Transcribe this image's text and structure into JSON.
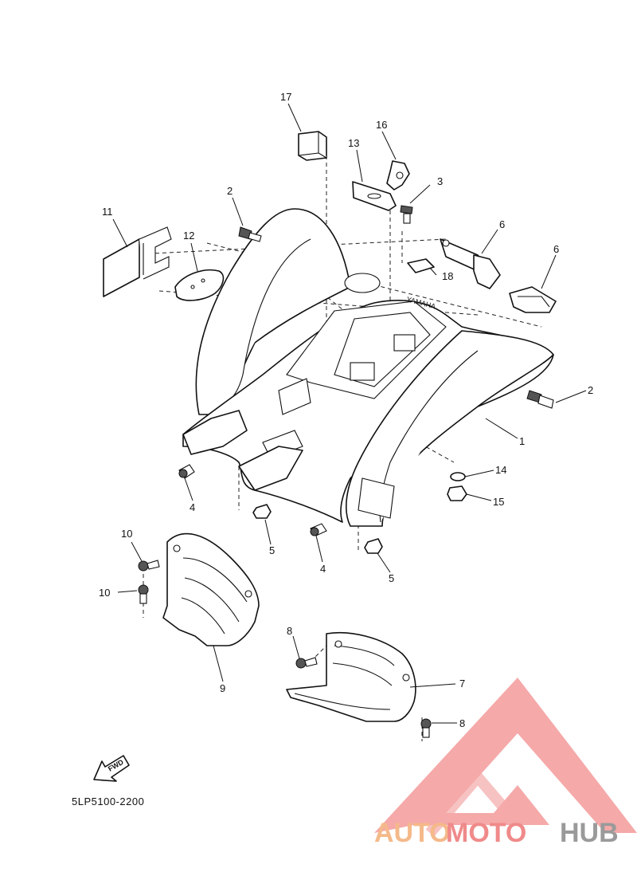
{
  "diagram": {
    "part_code": "5LP5100-2200",
    "fwd_label": "FWD",
    "mark_text": "YAMAHA",
    "callouts": [
      "1",
      "2",
      "2",
      "3",
      "4",
      "4",
      "5",
      "5",
      "6",
      "6",
      "7",
      "8",
      "8",
      "9",
      "10",
      "10",
      "11",
      "12",
      "13",
      "14",
      "15",
      "16",
      "17",
      "18"
    ]
  },
  "watermark": {
    "word_a": "AUTO",
    "word_b": "MOTO",
    "word_c": "HUB",
    "colors": {
      "orange": "#f5b98a",
      "red": "#f08a8a",
      "gray": "#9a9a9a",
      "triangle": "#f08080"
    }
  }
}
